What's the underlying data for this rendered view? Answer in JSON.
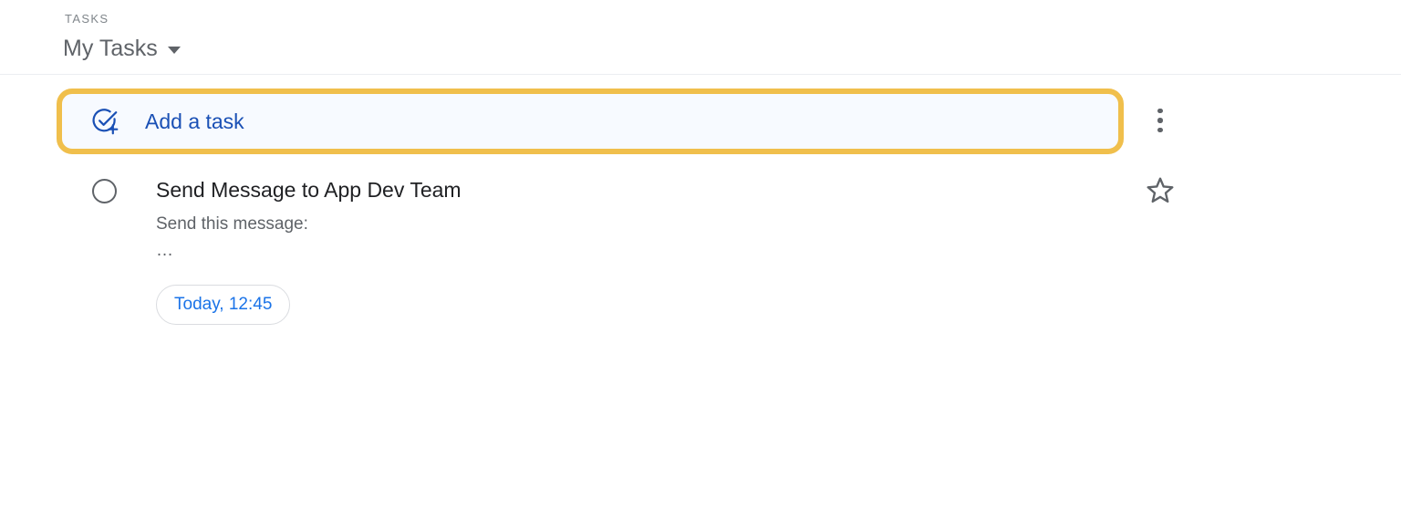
{
  "header": {
    "eyebrow": "TASKS",
    "list_name": "My Tasks",
    "caret_icon": "chevron-down-icon"
  },
  "add_task": {
    "label": "Add a task",
    "icon": "check-circle-plus-icon",
    "highlight_color": "#f0bf4c",
    "background_color": "#f7faff",
    "text_color": "#1a50b5",
    "overflow_icon": "more-vertical-icon"
  },
  "tasks": [
    {
      "checkbox_icon": "circle-unchecked-icon",
      "title": "Send Message to App Dev Team",
      "notes": "Send this message:",
      "notes_more": "…",
      "due_chip": "Today, 12:45",
      "due_chip_color": "#1a73e8",
      "star_icon": "star-outline-icon",
      "starred": false
    }
  ],
  "colors": {
    "accent_blue": "#1a73e8",
    "highlight_yellow": "#f0bf4c",
    "text_primary": "#202124",
    "text_secondary": "#5f6368",
    "divider": "#eceef1"
  }
}
